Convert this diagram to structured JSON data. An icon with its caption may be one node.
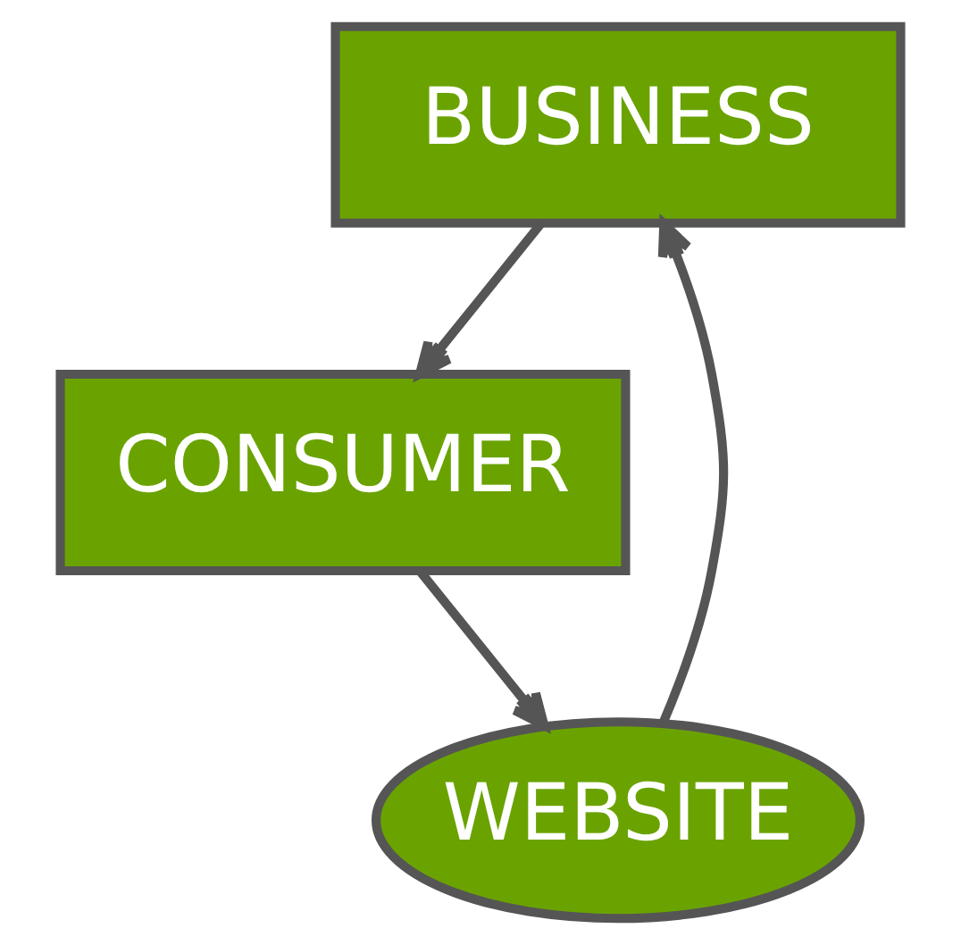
{
  "diagram": {
    "nodes": [
      {
        "text": [
          "BUSINESS"
        ]
      },
      {
        "text": [
          "WEBSITE"
        ]
      },
      {
        "text": [
          "CONSUMER"
        ]
      }
    ],
    "edges": [
      {
        "from": 0,
        "to": 2,
        "arrow": "to"
      },
      {
        "from": 2,
        "to": 1,
        "arrow": "to"
      },
      {
        "from": 1,
        "to": 0,
        "arrow": "to"
      }
    ]
  }
}
